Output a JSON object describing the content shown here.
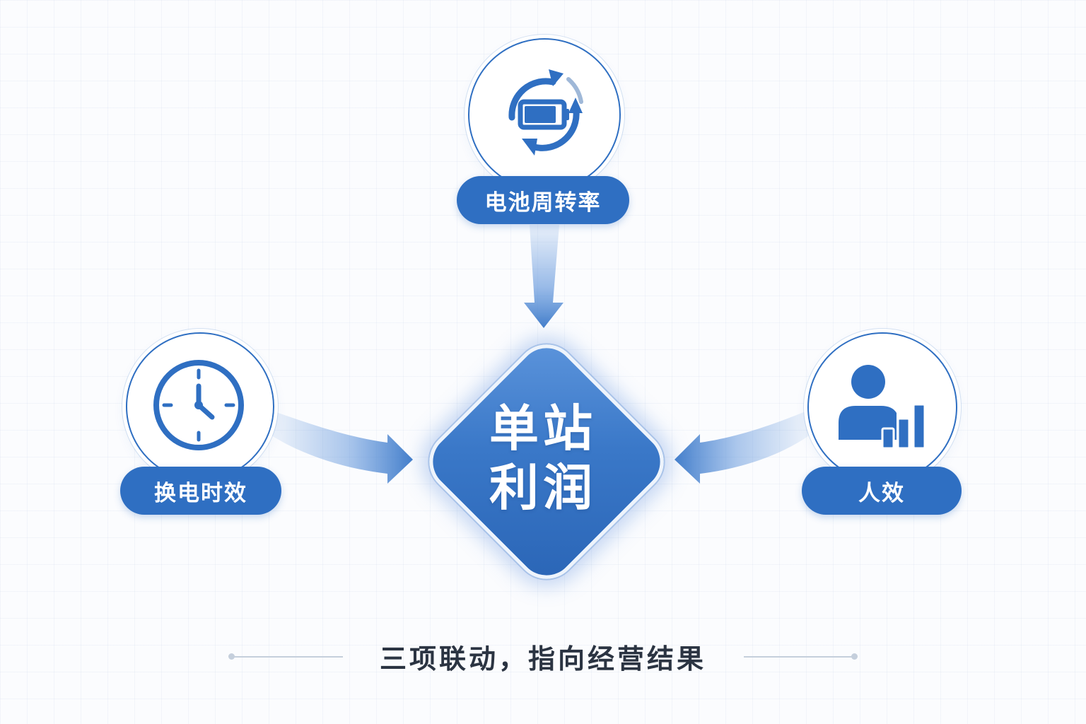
{
  "colors": {
    "primary": "#2f6fc2",
    "primary_light": "#5d95dc",
    "text_dark": "#2b3442",
    "background": "#fbfcfe"
  },
  "center": {
    "line1": "单站",
    "line2": "利润"
  },
  "nodes": {
    "top": {
      "label": "电池周转率",
      "icon": "battery-cycle-icon"
    },
    "left": {
      "label": "换电时效",
      "icon": "clock-icon"
    },
    "right": {
      "label": "人效",
      "icon": "person-chart-icon"
    }
  },
  "caption": "三项联动，指向经营结果"
}
